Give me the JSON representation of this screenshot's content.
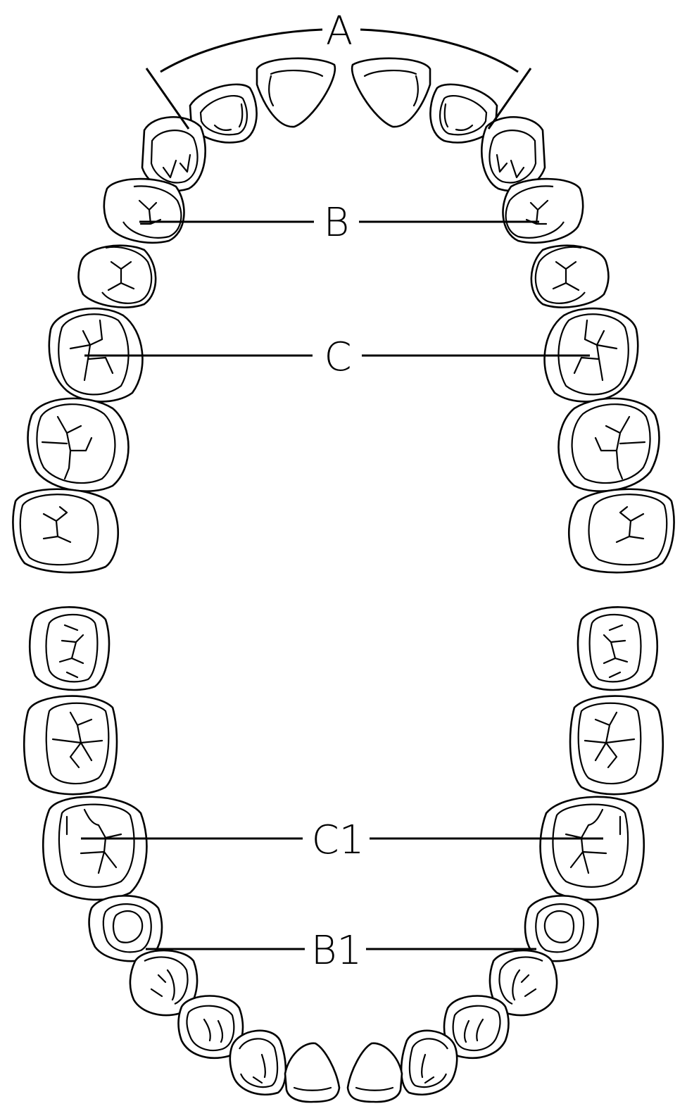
{
  "diagram": {
    "labels": {
      "A": "A",
      "B": "B",
      "C": "C",
      "C1": "C1",
      "B1": "B1"
    }
  }
}
